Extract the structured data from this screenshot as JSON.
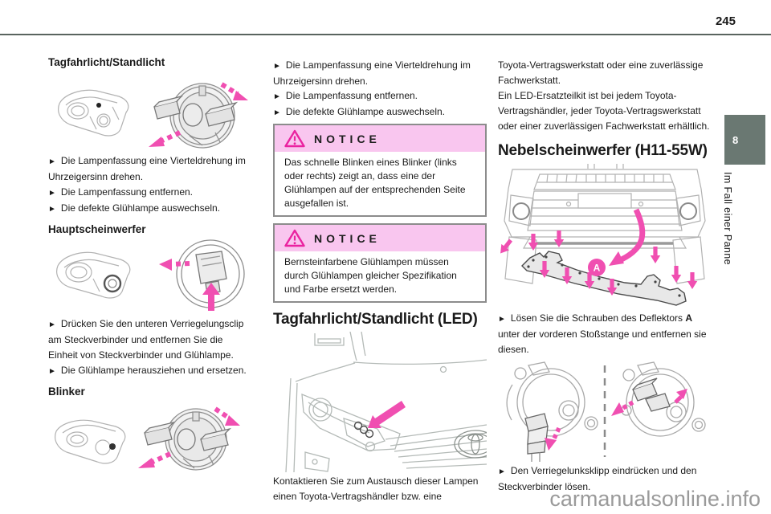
{
  "page": {
    "number": "245",
    "chapter_tab": "8",
    "chapter_label": "Im Fall einer Panne",
    "watermark": "carmanualsonline.info"
  },
  "glyphs": {
    "bullet": "►"
  },
  "left_column": {
    "section1": {
      "title": "Tagfahrlicht/Standlicht",
      "bullets": [
        "Die Lampenfassung eine Vierteldrehung im Uhrzeigersinn drehen.",
        "Die Lampenfassung entfernen.",
        "Die defekte Glühlampe auswechseln."
      ]
    },
    "section2": {
      "title": "Hauptscheinwerfer",
      "bullets": [
        "Drücken Sie den unteren Verriegelungsclip am Steckverbinder und entfernen Sie die Einheit von Steckverbinder und Glühlampe.",
        "Die Glühlampe herausziehen und ersetzen."
      ]
    },
    "section3": {
      "title": "Blinker"
    }
  },
  "middle_column": {
    "bullets": [
      "Die Lampenfassung eine Vierteldrehung im Uhrzeigersinn drehen.",
      "Die Lampenfassung entfernen.",
      "Die defekte Glühlampe auswechseln."
    ],
    "notice1": {
      "label": "NOTICE",
      "text": "Das schnelle Blinken eines Blinker (links oder rechts) zeigt an, dass eine der Glühlampen auf der entsprechenden Seite ausgefallen ist."
    },
    "notice2": {
      "label": "NOTICE",
      "text": "Bernsteinfarbene Glühlampen müssen durch Glühlampen gleicher Spezifikation und Farbe ersetzt werden."
    },
    "section_title": "Tagfahrlicht/Standlicht (LED)",
    "footer_text": "Kontaktieren Sie zum Austausch dieser Lampen einen Toyota-Vertragshändler bzw. eine"
  },
  "right_column": {
    "intro_paragraphs": [
      "Toyota-Vertragswerkstatt oder eine zuverlässige Fachwerkstatt.",
      "Ein LED-Ersatzteilkit ist bei jedem Toyota-Vertragshändler, jeder Toyota-Vertragswerkstatt oder einer zuverlässigen Fachwerkstatt erhältlich."
    ],
    "section_title": "Nebelscheinwerfer (H11-55W)",
    "deflector_label": "A",
    "bullet1": {
      "pre": "Lösen Sie die Schrauben des Deflektors ",
      "bold": "A",
      "post": " unter der vorderen Stoßstange und entfernen sie diesen."
    },
    "bullet2": "Den Verriegelunksklipp eindrücken und den Steckverbinder lösen."
  },
  "colors": {
    "accent_pink": "#f04fb1",
    "notice_header_bg": "#f9c6ef",
    "notice_icon_pink": "#ea23a0",
    "chapter_tab_bg": "#6a7872",
    "line_art_gray": "#b2b2b2",
    "top_rule": "#59645f"
  }
}
